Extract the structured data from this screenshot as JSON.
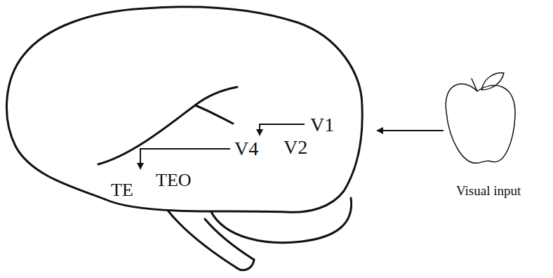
{
  "diagram": {
    "labels": [
      "V1",
      "V2",
      "V4",
      "TEO",
      "TE",
      "Visual input"
    ]
  }
}
